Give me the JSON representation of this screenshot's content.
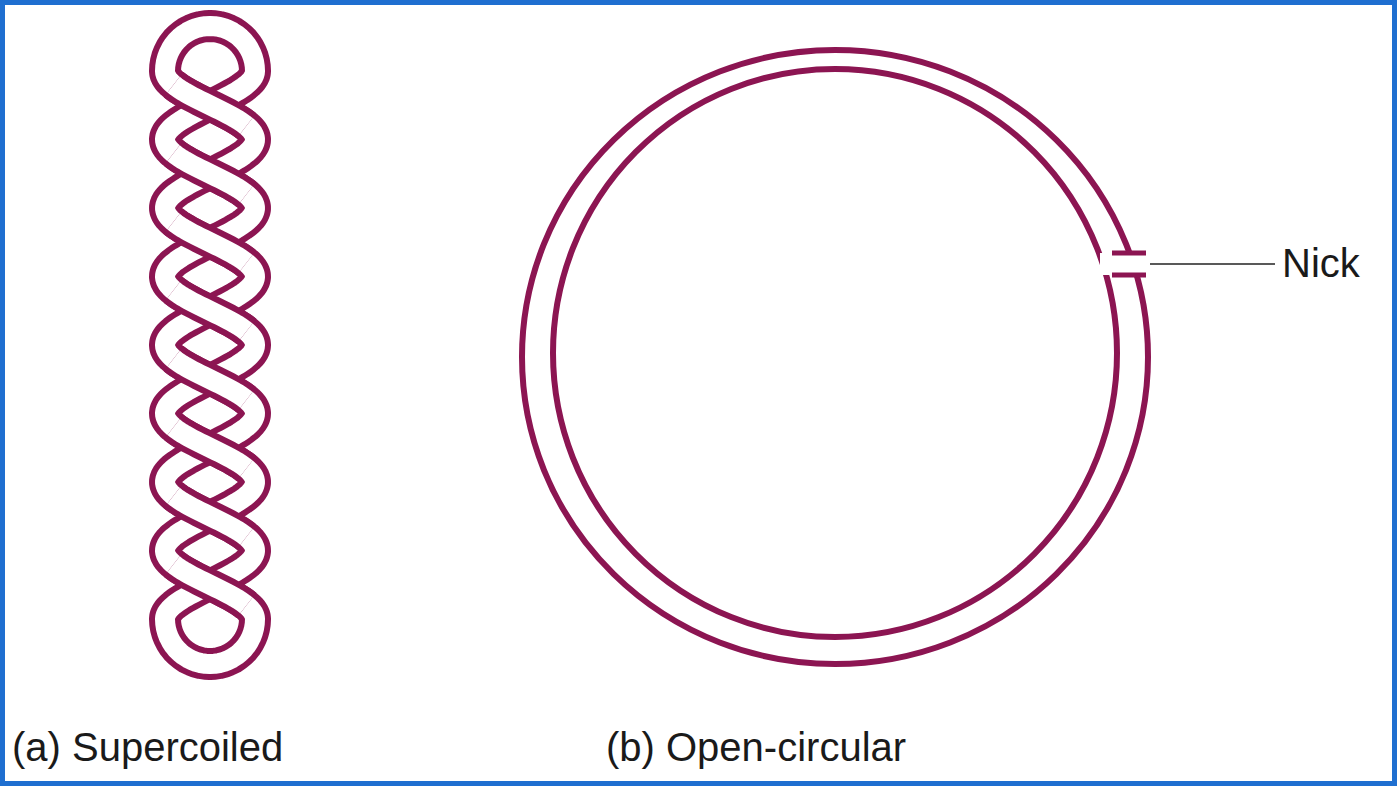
{
  "diagram": {
    "labels": [
      "(a) Supercoiled",
      "(b) Open-circular",
      "Nick"
    ]
  }
}
